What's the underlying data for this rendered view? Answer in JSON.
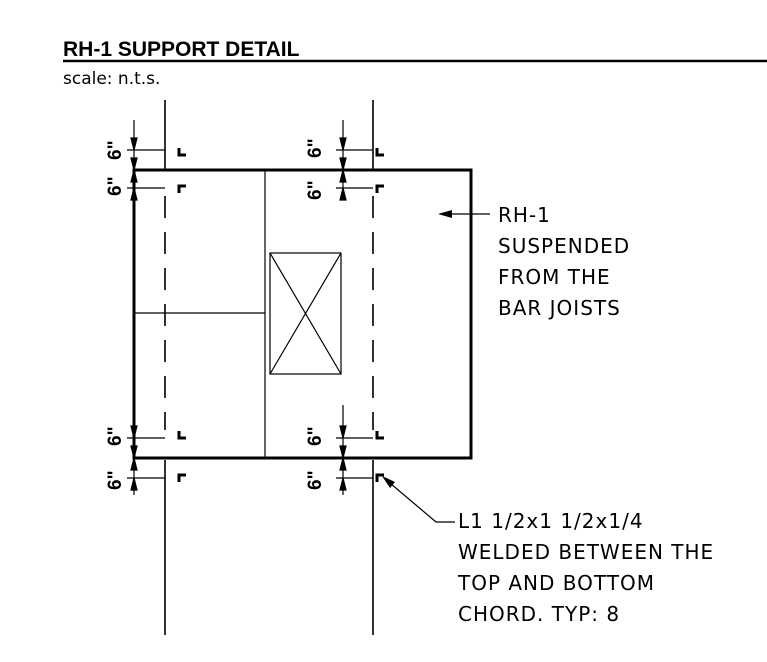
{
  "header": {
    "title": "RH-1 SUPPORT DETAIL",
    "scale": "scale: n.t.s."
  },
  "dimensions": {
    "top_left_a": "6\"",
    "top_left_b": "6\"",
    "top_mid_a": "6\"",
    "top_mid_b": "6\"",
    "bot_left_a": "6\"",
    "bot_left_b": "6\"",
    "bot_mid_a": "6\"",
    "bot_mid_b": "6\""
  },
  "callouts": {
    "unit": [
      "RH-1",
      "SUSPENDED",
      "FROM THE",
      "BAR JOISTS"
    ],
    "angle": [
      "L1 1/2x1 1/2x1/4",
      "WELDED BETWEEN THE",
      "TOP AND BOTTOM",
      "CHORD. TYP: 8"
    ]
  }
}
